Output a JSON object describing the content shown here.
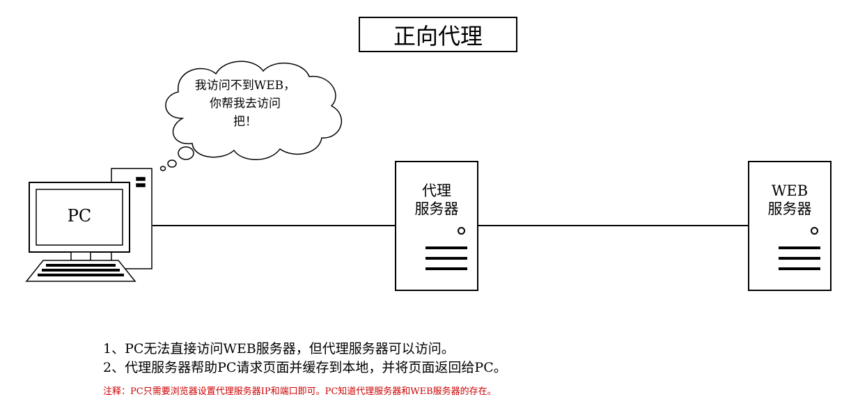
{
  "title": "正向代理",
  "cloud": {
    "lines": [
      "我访问不到WEB，",
      "你帮我去访问",
      "把！"
    ]
  },
  "pc": {
    "label": "PC"
  },
  "proxy_server": {
    "lines": [
      "代理",
      "服务器"
    ]
  },
  "web_server": {
    "lines": [
      "WEB",
      "服务器"
    ]
  },
  "notes": [
    "1、PC无法直接访问WEB服务器，但代理服务器可以访问。",
    "2、代理服务器帮助PC请求页面并缓存到本地，并将页面返回给PC。"
  ],
  "footnote": "注释：PC只需要浏览器设置代理服务器IP和端口即可。PC知道代理服务器和WEB服务器的存在。",
  "colors": {
    "line": "#000000",
    "footnote": "#cc0000"
  }
}
